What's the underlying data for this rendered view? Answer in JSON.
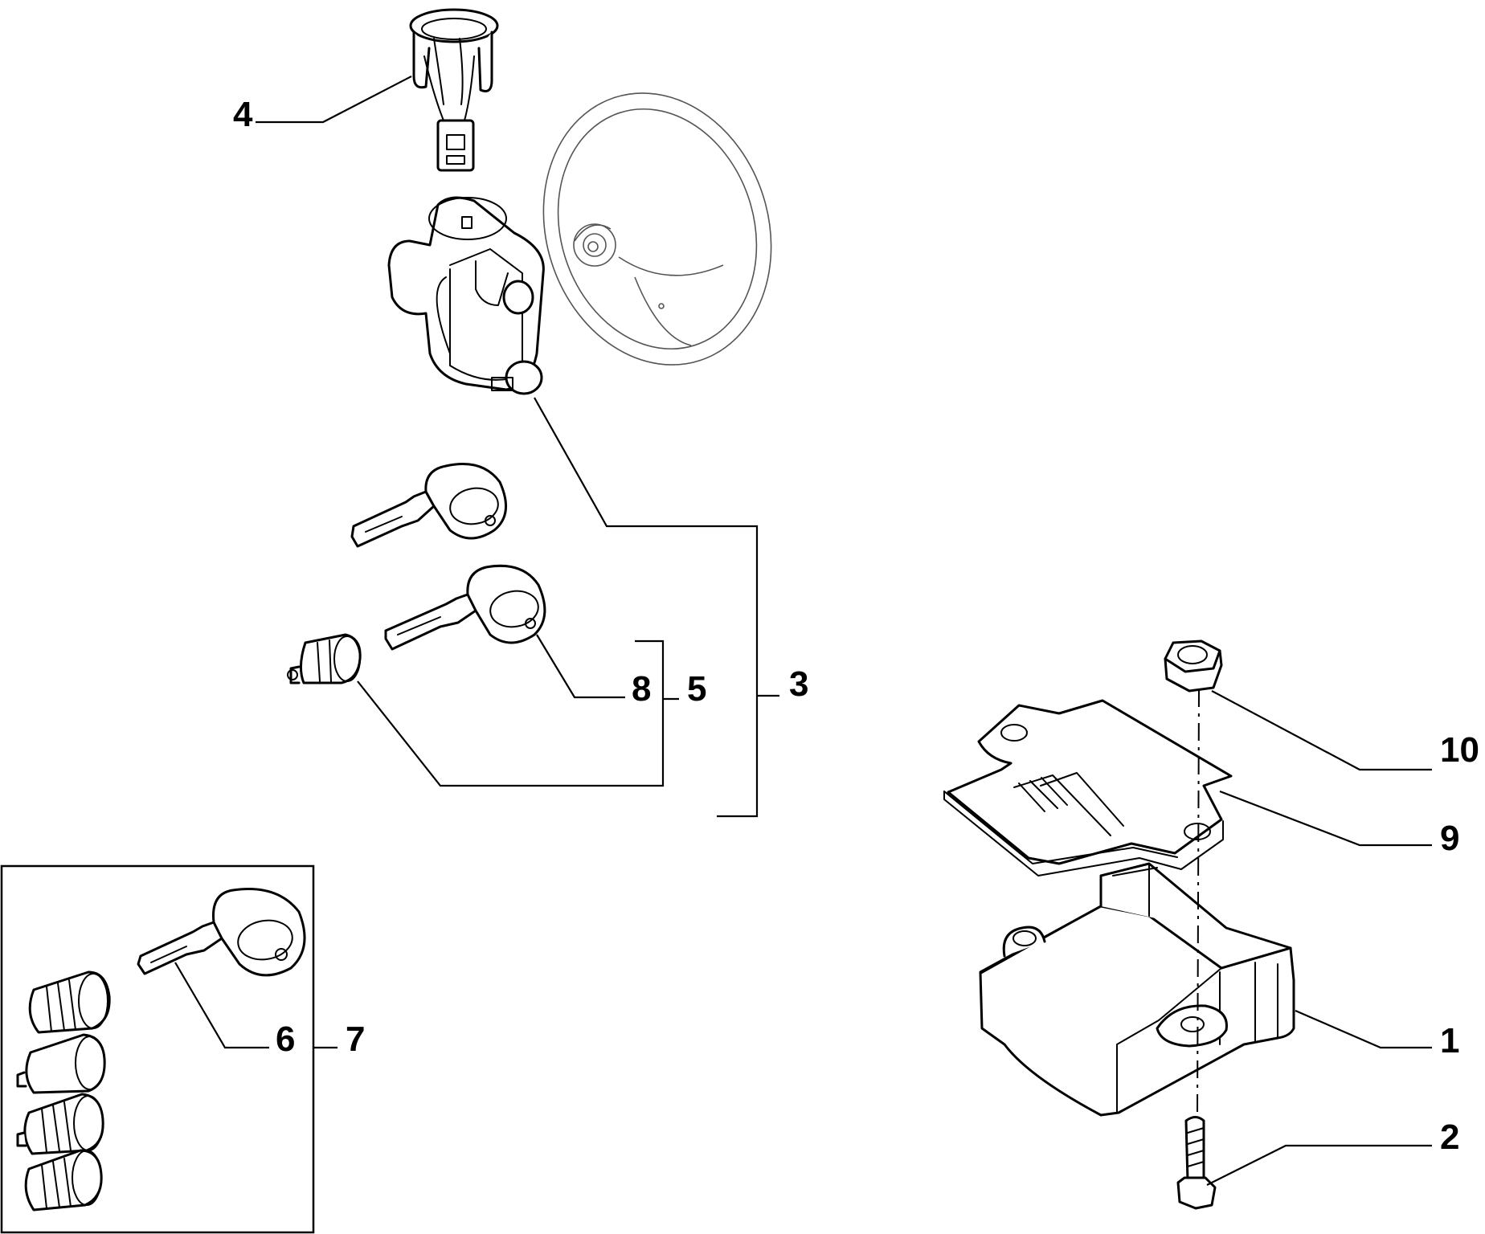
{
  "callouts": {
    "c1": "1",
    "c2": "2",
    "c3": "3",
    "c4": "4",
    "c5": "5",
    "c6": "6",
    "c7": "7",
    "c8": "8",
    "c9": "9",
    "c10": "10"
  },
  "icons": {
    "steering_wheel": "steering-wheel-icon",
    "ignition_switch": "ignition-switch-icon",
    "immobilizer_antenna": "antenna-ring-icon",
    "key": "key-icon",
    "lock_cylinder": "lock-cylinder-icon",
    "control_unit": "control-unit-icon",
    "bracket": "bracket-icon",
    "nut": "nut-icon",
    "bolt": "bolt-icon"
  }
}
